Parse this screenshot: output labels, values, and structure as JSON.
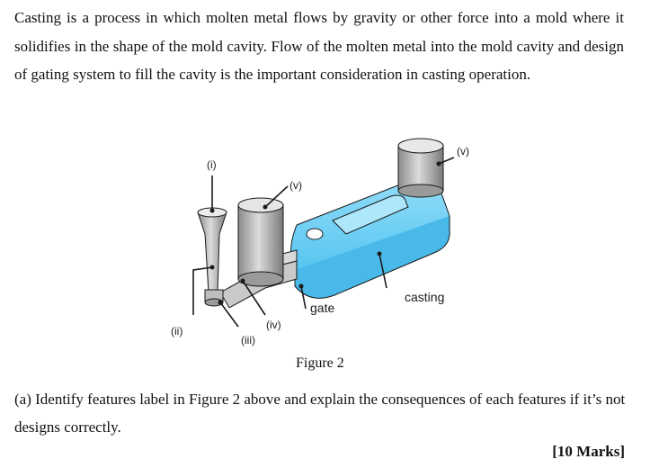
{
  "intro": {
    "text": "Casting is a process in which molten metal flows by gravity or other force into a mold where it solidifies in the shape of the mold cavity. Flow of the molten metal into the mold cavity and design of gating system to fill the cavity is the important consideration in casting operation."
  },
  "figure": {
    "labels": {
      "i": "(i)",
      "ii": "(ii)",
      "iii": "(iii)",
      "iv": "(iv)",
      "v_left": "(v)",
      "v_right": "(v)",
      "gate": "gate",
      "casting": "casting"
    },
    "caption": "Figure 2",
    "colors": {
      "casting_fill": "#6fd0f5",
      "riser_fill": "#b8b8b8",
      "outline": "#1a1a1a"
    }
  },
  "question": {
    "text": "(a) Identify features label in Figure 2 above and explain the consequences of each features if it’s not designs correctly."
  },
  "marks": "[10 Marks]"
}
